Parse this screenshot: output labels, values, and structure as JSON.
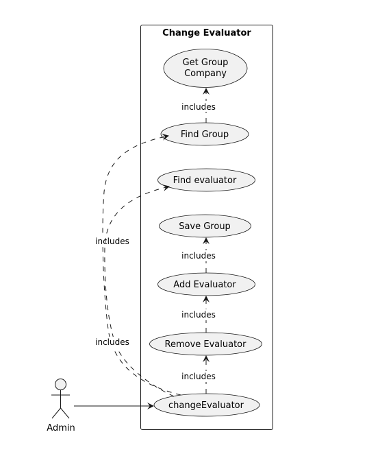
{
  "system": {
    "title": "Change Evaluator"
  },
  "actor": {
    "label": "Admin"
  },
  "use_cases": {
    "get_group_company": {
      "line1": "Get Group",
      "line2": "Company"
    },
    "find_group": "Find Group",
    "find_evaluator": "Find evaluator",
    "save_group": "Save Group",
    "add_evaluator": "Add Evaluator",
    "remove_evaluator": "Remove Evaluator",
    "change_evaluator": "changeEvaluator"
  },
  "relations": {
    "find_group_to_get_company": "includes",
    "change_to_find_group": "includes",
    "change_to_find_evaluator": "includes",
    "add_to_save": "includes",
    "remove_to_add": "includes",
    "change_to_remove": "includes"
  },
  "colors": {
    "usecase_fill": "#f1f1f1",
    "line": "#181818",
    "border": "#181818",
    "background": "#ffffff"
  }
}
